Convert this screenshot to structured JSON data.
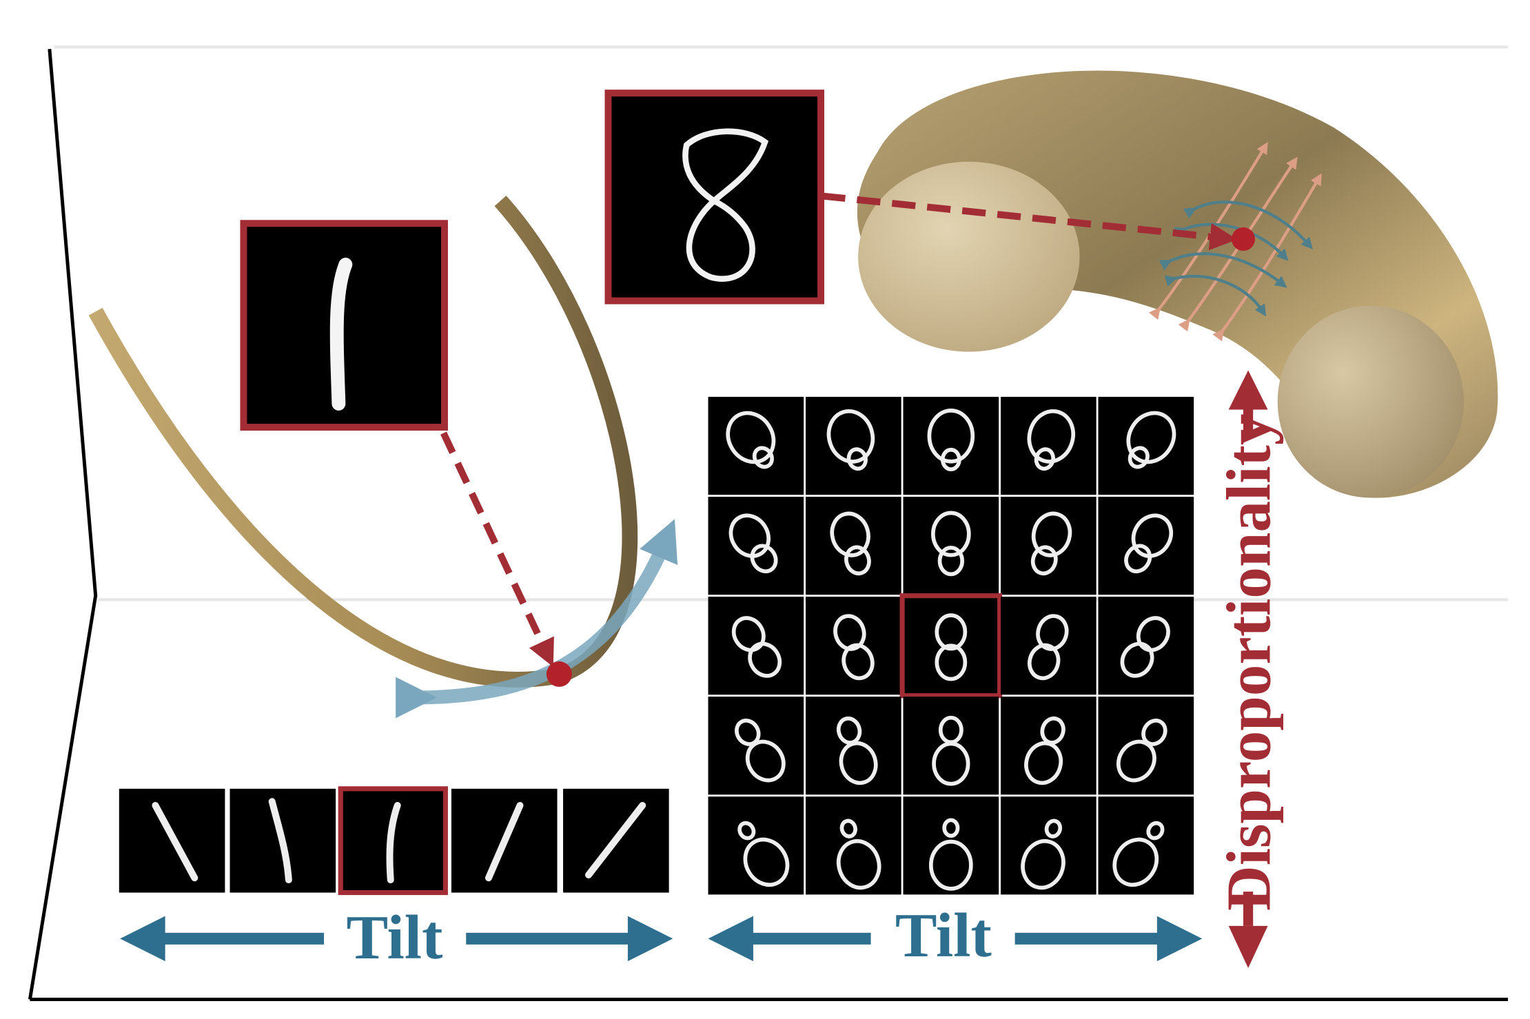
{
  "labels": {
    "tilt_left": "Tilt",
    "tilt_right": "Tilt",
    "disproportionality": "Disproportionality"
  },
  "colors": {
    "highlight": "#a32d35",
    "point": "#b3222b",
    "tilt_arrow": "#2e6e8e",
    "tangent_blue": "#7aa7bd",
    "tangent_orange": "#dc9f86",
    "tangent_teal": "#4f7f8a",
    "curve_light": "#c1a76f",
    "curve_dark": "#6b5a3a",
    "torus_light": "#dccaa0",
    "torus_dark": "#7b6c4b"
  },
  "left_example": {
    "digit": "1",
    "strip_count": 5,
    "highlighted_index": 2
  },
  "right_example": {
    "digit": "8",
    "grid_rows": 5,
    "grid_cols": 5,
    "highlighted_cell": [
      2,
      2
    ]
  }
}
